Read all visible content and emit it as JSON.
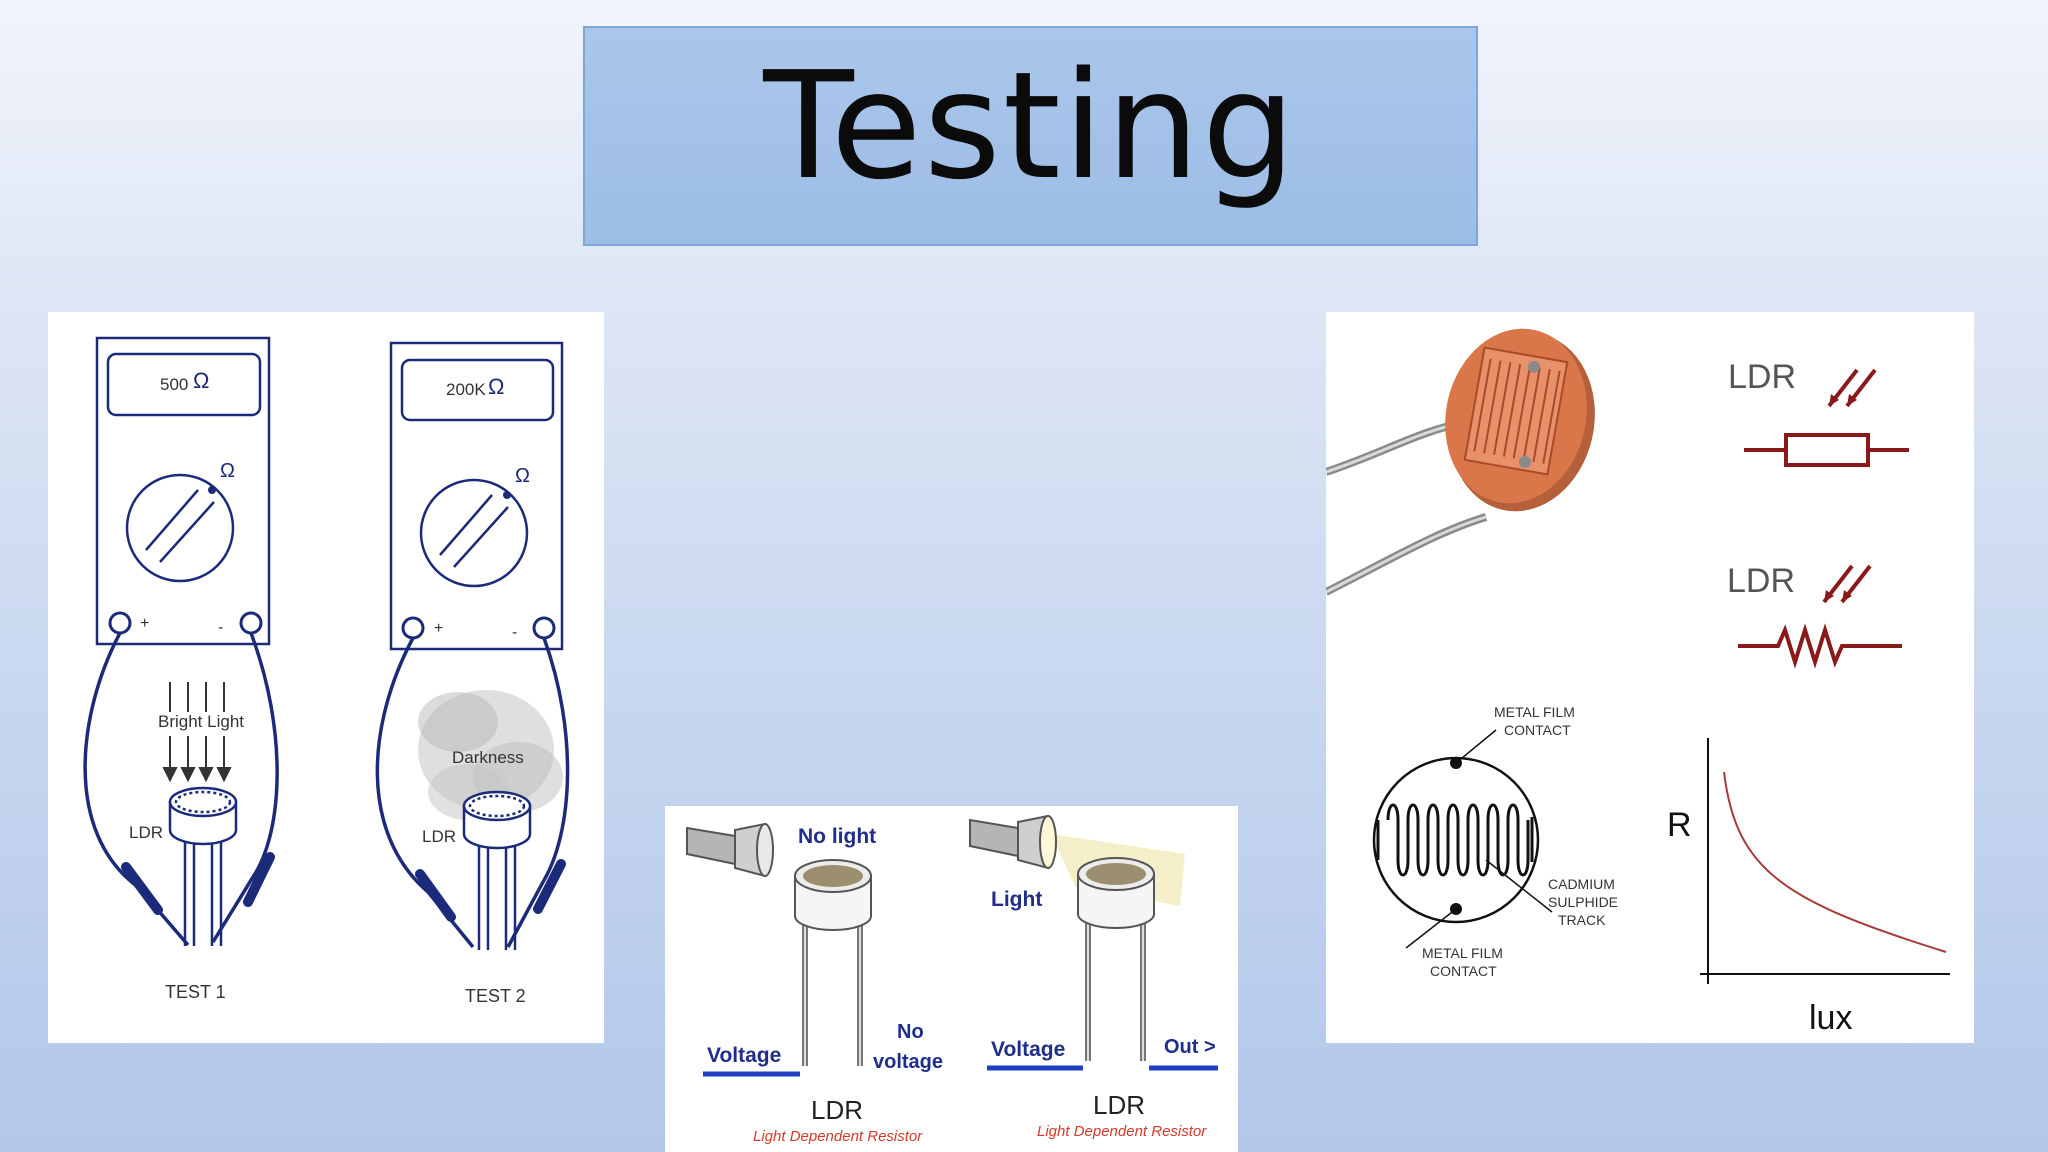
{
  "slide": {
    "title": "Testing"
  },
  "multimeter_panel": {
    "test1": {
      "reading": "500",
      "light_label": "Bright Light",
      "ldr_label": "LDR",
      "plus": "+",
      "minus": "-",
      "caption": "TEST 1"
    },
    "test2": {
      "reading": "200K",
      "dark_label": "Darkness",
      "ldr_label": "LDR",
      "plus": "+",
      "minus": "-",
      "caption": "TEST 2"
    },
    "ohm_symbol": "Ω"
  },
  "flashlight_panel": {
    "left": {
      "light_state": "No light",
      "voltage_label": "Voltage",
      "output_line1": "No",
      "output_line2": "voltage",
      "ldr_label": "LDR",
      "ldr_sub": "Light Dependent Resistor"
    },
    "right": {
      "light_state": "Light",
      "voltage_label": "Voltage",
      "output_label": "Out >",
      "ldr_label": "LDR",
      "ldr_sub": "Light Dependent Resistor"
    },
    "colors": {
      "text_blue": "#1f2e8a",
      "line_blue": "#1f3fc0",
      "sub_red": "#d23a2a"
    }
  },
  "ldr_panel": {
    "symbol1_label": "LDR",
    "symbol2_label": "LDR",
    "metal_top_line1": "METAL FILM",
    "metal_top_line2": "CONTACT",
    "cadmium_line1": "CADMIUM",
    "cadmium_line2": "SULPHIDE",
    "cadmium_line3": "TRACK",
    "metal_bottom_line1": "METAL FILM",
    "metal_bottom_line2": "CONTACT",
    "graph_y_label": "R",
    "graph_x_label": "lux",
    "colors": {
      "symbol_red": "#8a1a1a",
      "curve": "#a83a3a",
      "body_orange": "#d9774a"
    }
  }
}
